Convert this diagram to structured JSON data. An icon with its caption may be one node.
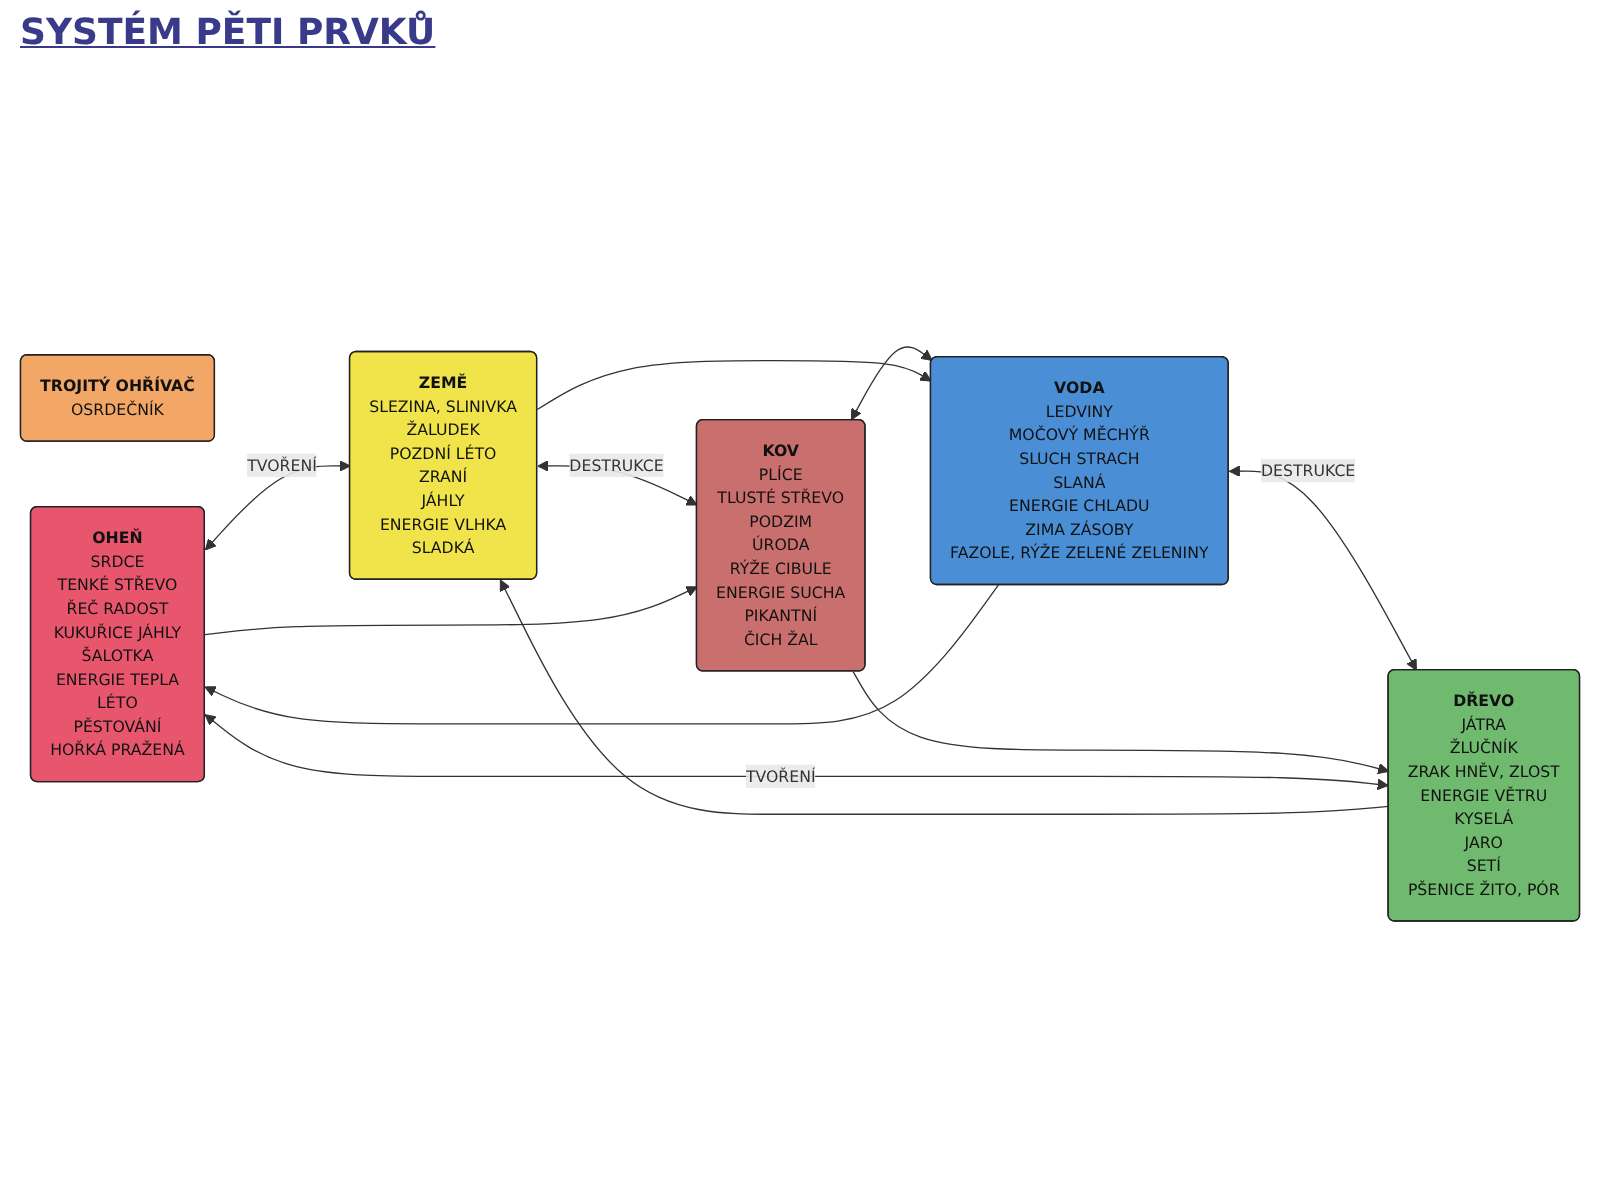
{
  "diagram": {
    "title": "SYSTÉM PĚTI PRVKŮ",
    "nodes": [
      {
        "text": [
          "TROJITÝ OHŘÍVAČ",
          "OSRDEČNÍK"
        ]
      },
      {
        "text": [
          "OHEŇ",
          "SRDCE",
          "TENKÉ STŘEVO",
          "ŘEČ RADOST",
          "KUKUŘICE JÁHLY",
          "ŠALOTKA",
          "ENERGIE TEPLA",
          "LÉTO",
          "PĚSTOVÁNÍ",
          "HOŘKÁ PRAŽENÁ"
        ]
      },
      {
        "text": [
          "ZEMĚ",
          "SLEZINA, SLINIVKA",
          "ŽALUDEK",
          "POZDNÍ LÉTO",
          "ZRANÍ",
          "JÁHLY",
          "ENERGIE VLHKA",
          "SLADKÁ"
        ]
      },
      {
        "text": [
          "KOV",
          "PLÍCE",
          "TLUSTÉ STŘEVO",
          "PODZIM",
          "ÚRODA",
          "RÝŽE CIBULE",
          "ENERGIE SUCHA",
          "PIKANTNÍ",
          "ČICH ŽAL"
        ]
      },
      {
        "text": [
          "VODA",
          "LEDVINY",
          "MOČOVÝ MĚCHÝŘ",
          "SLUCH STRACH",
          "SLANÁ",
          "ENERGIE CHLADU",
          "ZIMA ZÁSOBY",
          "FAZOLE, RÝŽE ZELENÉ ZELENINY"
        ]
      },
      {
        "text": [
          "DŘEVO",
          "JÁTRA",
          "ŽLUČNÍK",
          "ZRAK HNĚV, ZLOST",
          "ENERGIE VĚTRU",
          "KYSELÁ",
          "JARO",
          "SETÍ",
          "PŠENICE ŽITO, PÓR"
        ]
      }
    ],
    "edges": [
      {
        "from": 5,
        "to": 1,
        "arrow": "both",
        "label": "TVOŘENÍ"
      },
      {
        "from": 1,
        "to": 2,
        "arrow": "both",
        "label": "TVOŘENÍ"
      },
      {
        "from": 2,
        "to": 3,
        "arrow": "both",
        "label": "DESTRUKCE"
      },
      {
        "from": 3,
        "to": 4,
        "arrow": "both"
      },
      {
        "from": 4,
        "to": 5,
        "arrow": "both",
        "label": "DESTRUKCE"
      },
      {
        "from": 5,
        "to": 2,
        "arrow": "to"
      },
      {
        "from": 2,
        "to": 4,
        "arrow": "to"
      },
      {
        "from": 4,
        "to": 1,
        "arrow": "to"
      },
      {
        "from": 1,
        "to": 3,
        "arrow": "to"
      },
      {
        "from": 3,
        "to": 5,
        "arrow": "to"
      }
    ]
  }
}
